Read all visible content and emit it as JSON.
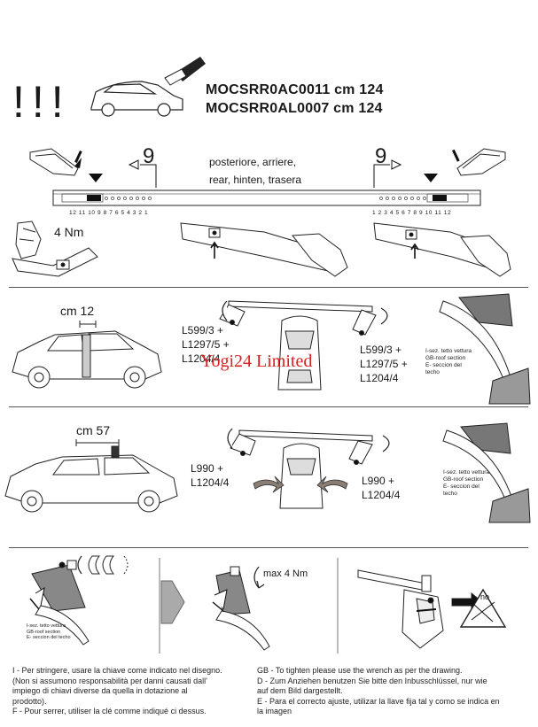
{
  "header": {
    "warning": "!!!",
    "codes": [
      "MOCSRR0AC0011 cm 124",
      "MOCSRR0AL0007 cm 124"
    ]
  },
  "rear_label": {
    "line1": "posteriore, arriere,",
    "line2": "rear, hinten, trasera"
  },
  "ruler": {
    "left_marker": "9",
    "right_marker": "9",
    "left_scale": "12 11 10 9 8 7 6 5 4 3 2 1",
    "right_scale": "1 2 3 4 5 6 7 8 9 10 11 12"
  },
  "torque_1": "4 Nm",
  "section_1": {
    "distance": "cm 12",
    "kit_left": [
      "L599/3 +",
      "L1297/5 +",
      "L1204/4"
    ],
    "kit_right": [
      "L599/3 +",
      "L1297/5 +",
      "L1204/4"
    ],
    "roof_section": [
      "I-sez. tetto vettura",
      "GB-roof section",
      "E- seccion del",
      "techo"
    ]
  },
  "watermark": "Yogi24 Limited",
  "section_2": {
    "distance": "cm 57",
    "kit_left": [
      "L990 +",
      "L1204/4"
    ],
    "kit_right": [
      "L990 +",
      "L1204/4"
    ],
    "roof_section": [
      "I-sez. tetto vettura",
      "GB-roof section",
      "E- seccion del",
      "techo"
    ]
  },
  "section_3": {
    "roof_section": [
      "I-sez. tetto vettura",
      "GB-roof section",
      "E- seccion del techo"
    ],
    "torque": "max 4 Nm",
    "no_label": "no"
  },
  "notes": {
    "left": [
      "I - Per stringere, usare la chiave come indicato nel disegno.",
      "(Non si assumono responsabilità per danni causati dall'",
      "impiego di chiavi diverse da quella in dotazione al",
      "prodotto).",
      "F - Pour serrer, utiliser la clé comme indiqué ci dessus."
    ],
    "right": [
      "GB - To tighten please use the wrench as per the drawing.",
      "D - Zum Anziehen benutzen Sie bitte den Inbusschlüssel, nur wie",
      "auf dem Bild dargestellt.",
      "E - Para el correcto ajuste, utilizar la llave fija tal y como se indica en",
      "la imagen"
    ]
  },
  "colors": {
    "ink": "#1a1a1a",
    "watermark": "#d62222",
    "shade": "#8a8a8a"
  }
}
